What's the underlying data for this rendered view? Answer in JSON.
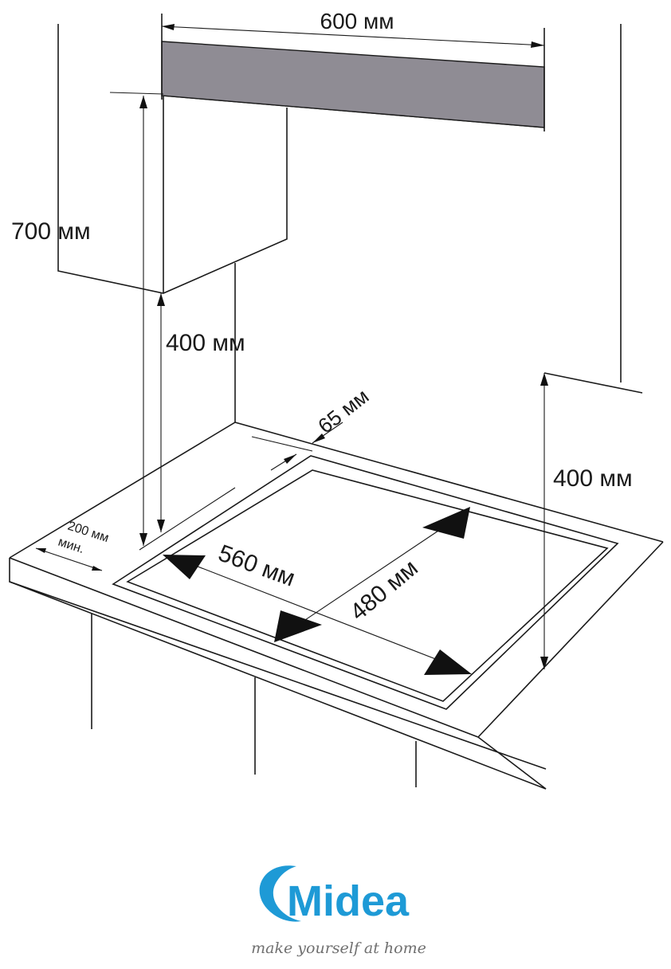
{
  "dimensions": {
    "hood_width": "600 мм",
    "cabinet_height": "700 мм",
    "hood_clearance": "400 мм",
    "side_clearance": "400 мм",
    "back_distance": "65 мм",
    "front_distance_line1": "200 мм",
    "front_distance_line2": "мин.",
    "cutout_width": "560 мм",
    "cutout_depth": "480 мм"
  },
  "brand": {
    "name": "Midea",
    "tagline": "make yourself at home",
    "color": "#1e9ad6"
  },
  "colors": {
    "hood_fill": "#8f8c94",
    "line": "#1a1a1a"
  }
}
